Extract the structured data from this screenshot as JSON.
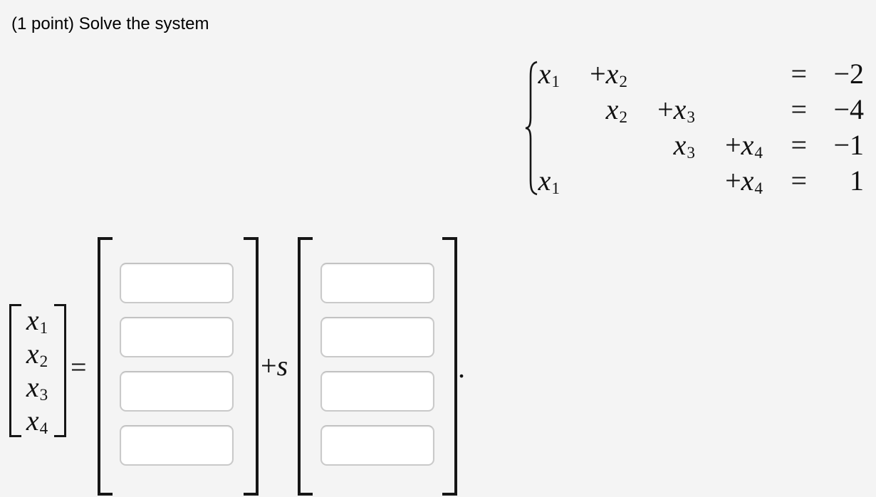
{
  "header": {
    "title": "(1 point) Solve the system"
  },
  "system": {
    "rows": [
      {
        "cells": [
          {
            "op": "",
            "var": "x",
            "sub": "1"
          },
          {
            "op": "+",
            "var": "x",
            "sub": "2"
          },
          {
            "op": "",
            "var": "",
            "sub": ""
          },
          {
            "op": "",
            "var": "",
            "sub": ""
          }
        ],
        "eq": "=",
        "rhs": "−2"
      },
      {
        "cells": [
          {
            "op": "",
            "var": "",
            "sub": ""
          },
          {
            "op": "",
            "var": "x",
            "sub": "2"
          },
          {
            "op": "+",
            "var": "x",
            "sub": "3"
          },
          {
            "op": "",
            "var": "",
            "sub": ""
          }
        ],
        "eq": "=",
        "rhs": "−4"
      },
      {
        "cells": [
          {
            "op": "",
            "var": "",
            "sub": ""
          },
          {
            "op": "",
            "var": "",
            "sub": ""
          },
          {
            "op": "",
            "var": "x",
            "sub": "3"
          },
          {
            "op": "+",
            "var": "x",
            "sub": "4"
          }
        ],
        "eq": "=",
        "rhs": "−1"
      },
      {
        "cells": [
          {
            "op": "",
            "var": "x",
            "sub": "1"
          },
          {
            "op": "",
            "var": "",
            "sub": ""
          },
          {
            "op": "",
            "var": "",
            "sub": ""
          },
          {
            "op": "+",
            "var": "x",
            "sub": "4"
          }
        ],
        "eq": "=",
        "rhs": "1"
      }
    ]
  },
  "answer": {
    "vector": [
      {
        "var": "x",
        "sub": "1"
      },
      {
        "var": "x",
        "sub": "2"
      },
      {
        "var": "x",
        "sub": "3"
      },
      {
        "var": "x",
        "sub": "4"
      }
    ],
    "equals": "=",
    "scalar": {
      "op": "+",
      "var": "s"
    },
    "matrix1": {
      "inputs": [
        "",
        "",
        "",
        ""
      ]
    },
    "matrix2": {
      "inputs": [
        "",
        "",
        "",
        ""
      ]
    },
    "period": "."
  },
  "colors": {
    "background": "#f4f4f4",
    "text": "#111111",
    "input_border": "#c9c9c9",
    "input_background": "#ffffff"
  }
}
